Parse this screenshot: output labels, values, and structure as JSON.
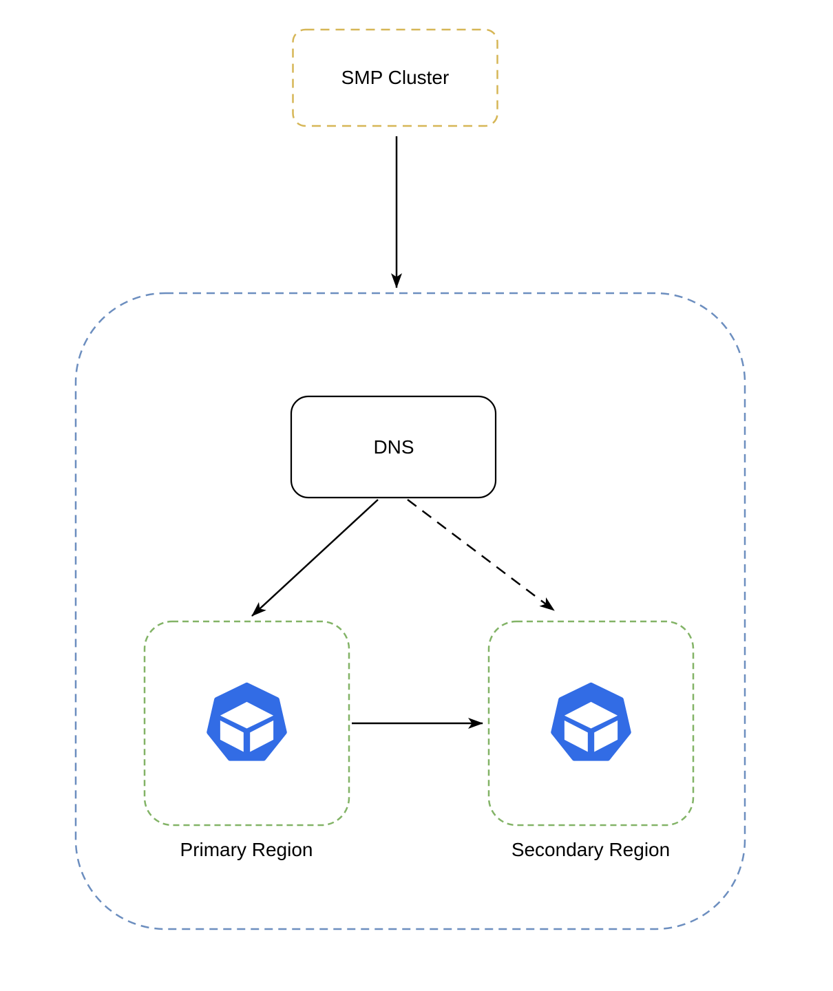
{
  "diagram": {
    "type": "architecture-diagram",
    "nodes": {
      "smp_cluster": {
        "label": "SMP Cluster",
        "shape": "rounded-rect",
        "border": "dashed"
      },
      "outer_container": {
        "label": "",
        "shape": "rounded-rect",
        "border": "dashed"
      },
      "dns": {
        "label": "DNS",
        "shape": "rounded-rect",
        "border": "solid"
      },
      "primary_region": {
        "label": "Primary Region",
        "shape": "rounded-rect",
        "border": "dashed",
        "icon": "cube-heptagon-icon"
      },
      "secondary_region": {
        "label": "Secondary Region",
        "shape": "rounded-rect",
        "border": "dashed",
        "icon": "cube-heptagon-icon"
      }
    },
    "edges": [
      {
        "from": "smp_cluster",
        "to": "outer_container",
        "style": "solid",
        "arrowhead": "filled"
      },
      {
        "from": "dns",
        "to": "primary_region",
        "style": "solid",
        "arrowhead": "filled"
      },
      {
        "from": "dns",
        "to": "secondary_region",
        "style": "dashed",
        "arrowhead": "filled"
      },
      {
        "from": "primary_region",
        "to": "secondary_region",
        "style": "solid",
        "arrowhead": "filled"
      }
    ],
    "colors": {
      "smp_cluster_border": "#D6B656",
      "outer_container_border": "#6C8EBF",
      "region_border": "#82B366",
      "dns_border": "#000000",
      "icon_blue": "#326CE5",
      "arrow": "#000000",
      "background": "#FFFFFF",
      "text": "#000000"
    }
  }
}
